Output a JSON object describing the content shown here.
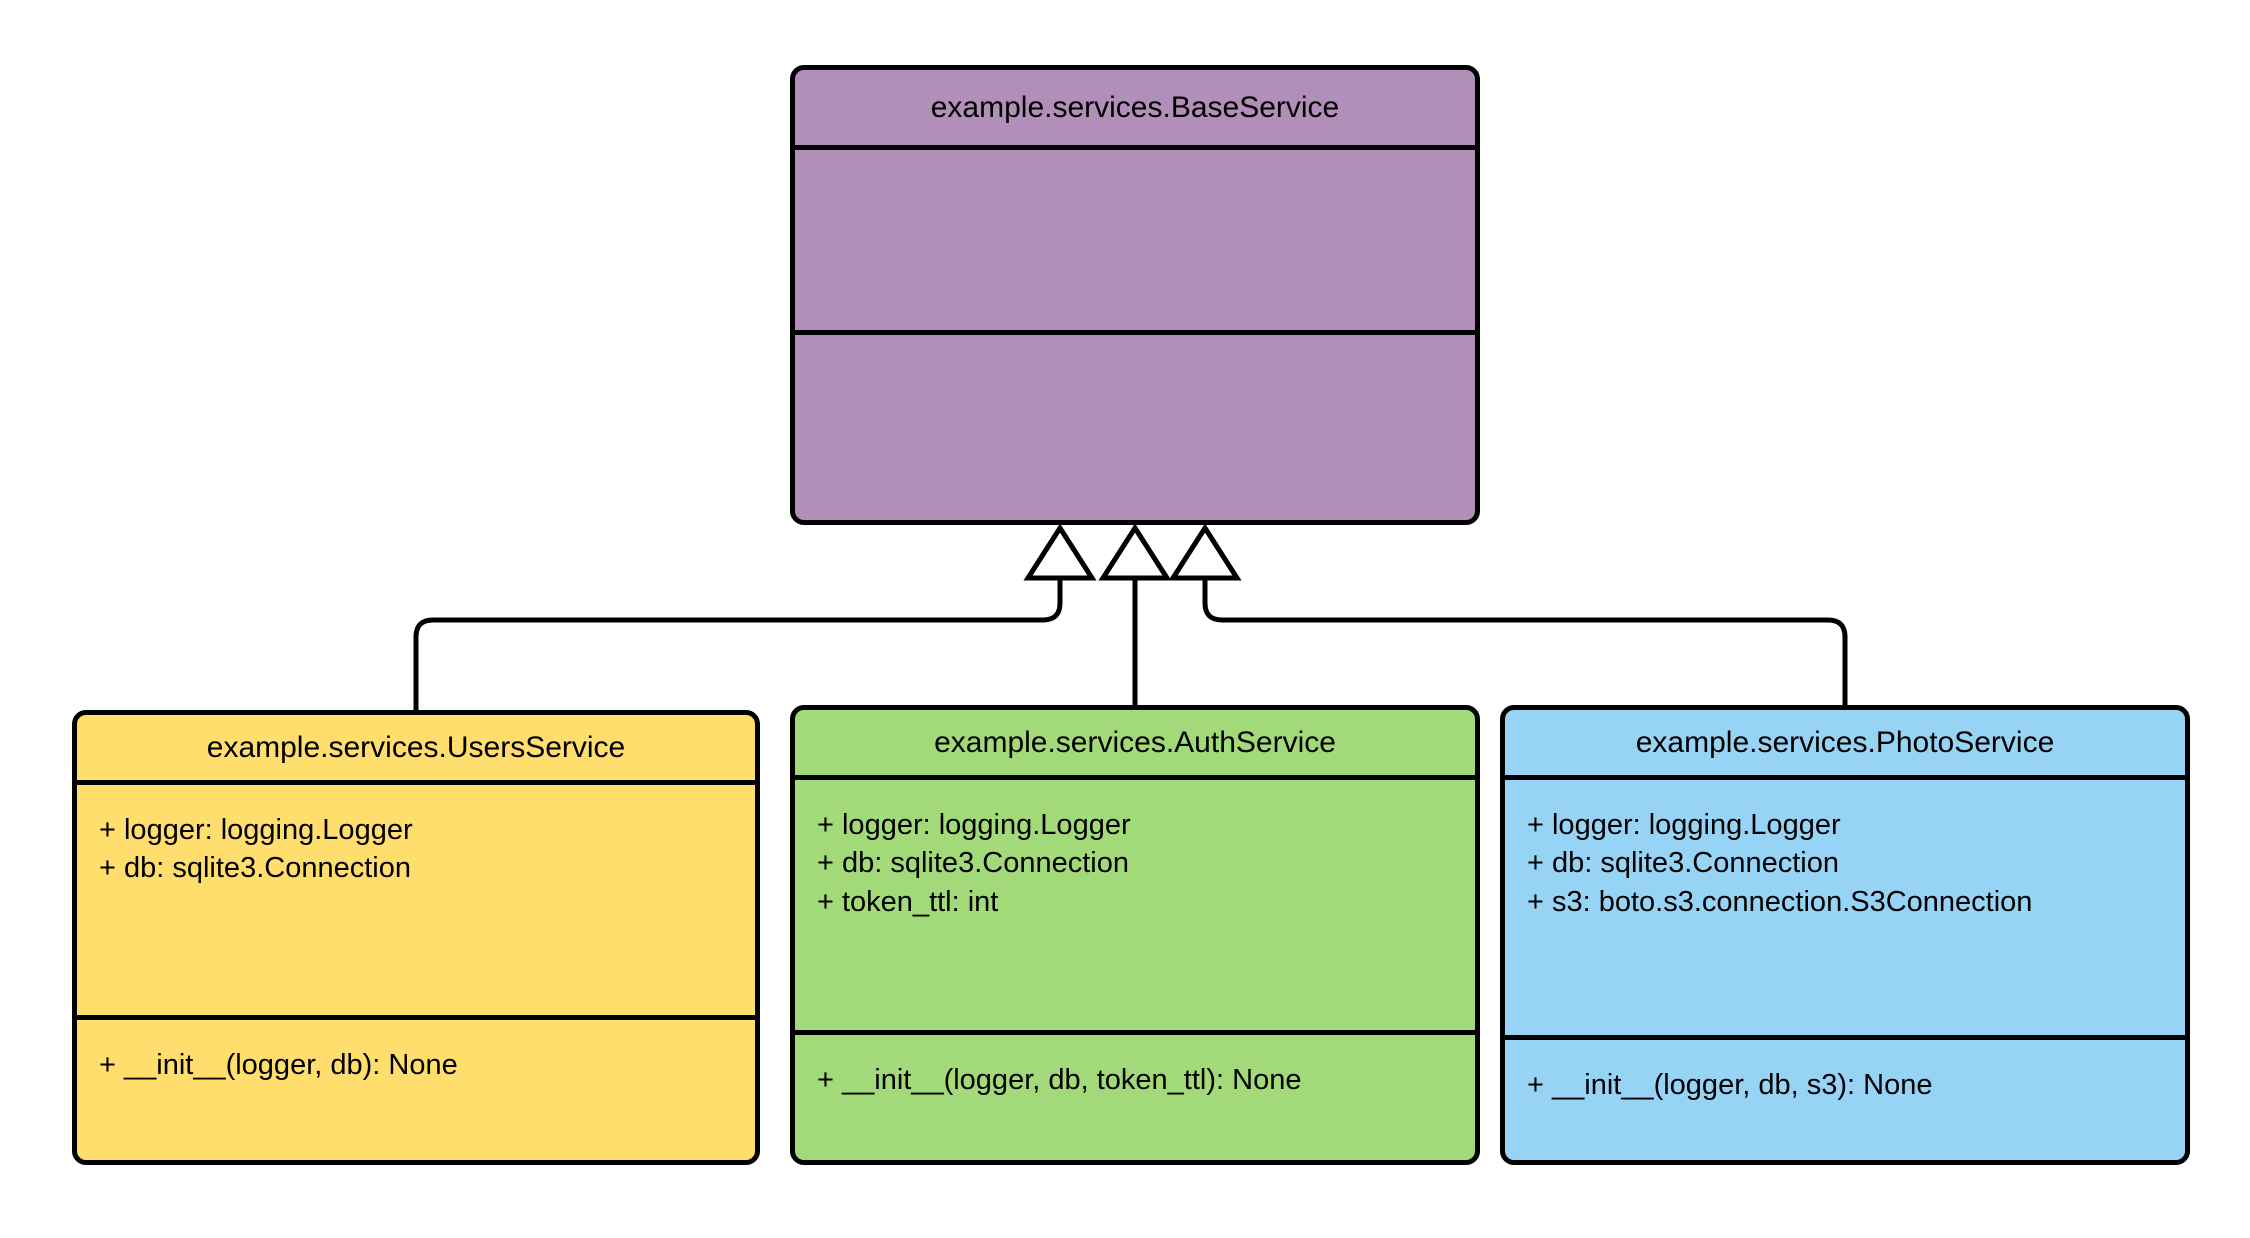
{
  "diagram": {
    "type": "uml-class-diagram",
    "relationship": "generalization",
    "background_color": "#FFFFFF",
    "line_color": "#000000"
  },
  "classes": {
    "base": {
      "name": "example.services.BaseService",
      "fill_color": "#B28FB8",
      "attributes": [],
      "operations": []
    },
    "users": {
      "name": "example.services.UsersService",
      "fill_color": "#FFDE6E",
      "attributes": [
        "+ logger: logging.Logger",
        "+ db: sqlite3.Connection"
      ],
      "operations": [
        "+ __init__(logger, db): None"
      ]
    },
    "auth": {
      "name": "example.services.AuthService",
      "fill_color": "#A3DA79",
      "attributes": [
        "+ logger: logging.Logger",
        "+ db: sqlite3.Connection",
        "+ token_ttl: int"
      ],
      "operations": [
        "+ __init__(logger, db, token_ttl): None"
      ]
    },
    "photo": {
      "name": "example.services.PhotoService",
      "fill_color": "#97D3F5",
      "attributes": [
        "+ logger: logging.Logger",
        "+ db: sqlite3.Connection",
        "+ s3: boto.s3.connection.S3Connection"
      ],
      "operations": [
        "+ __init__(logger, db, s3): None"
      ]
    }
  },
  "edges": [
    {
      "from": "example.services.UsersService",
      "to": "example.services.BaseService",
      "kind": "inheritance"
    },
    {
      "from": "example.services.AuthService",
      "to": "example.services.BaseService",
      "kind": "inheritance"
    },
    {
      "from": "example.services.PhotoService",
      "to": "example.services.BaseService",
      "kind": "inheritance"
    }
  ]
}
